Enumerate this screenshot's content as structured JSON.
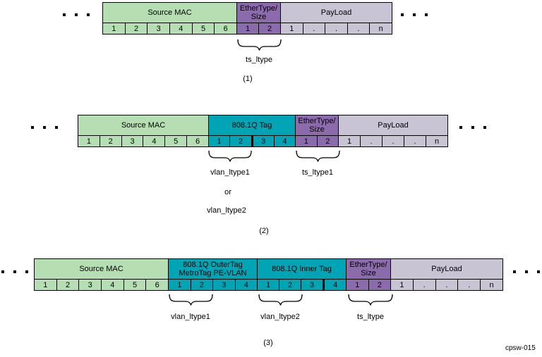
{
  "diagram": {
    "footer_label": "cpsw-015",
    "colors": {
      "source_mac": "#b5dfb2",
      "vlan_tag": "#00a4b4",
      "ethertype": "#8b6bab",
      "payload": "#c9c4d3"
    }
  },
  "frame1": {
    "number": "(1)",
    "mac": {
      "label": "Source MAC",
      "bytes": [
        "1",
        "2",
        "3",
        "4",
        "5",
        "6"
      ]
    },
    "ethertype": {
      "line1": "EtherType/",
      "line2": "Size",
      "bytes": [
        "1",
        "2"
      ]
    },
    "payload": {
      "label": "PayLoad",
      "bytes": [
        "1",
        ".",
        ".",
        ".",
        "n"
      ]
    },
    "brace_label": "ts_ltype"
  },
  "frame2": {
    "number": "(2)",
    "mac": {
      "label": "Source MAC",
      "bytes": [
        "1",
        "2",
        "3",
        "4",
        "5",
        "6"
      ]
    },
    "tag": {
      "label": "808.1Q Tag",
      "bytes": [
        "1",
        "2",
        "3",
        "4"
      ]
    },
    "ethertype": {
      "line1": "EtherType/",
      "line2": "Size",
      "bytes": [
        "1",
        "2"
      ]
    },
    "payload": {
      "label": "PayLoad",
      "bytes": [
        "1",
        ".",
        ".",
        ".",
        "n"
      ]
    },
    "brace1_label": "vlan_ltype1",
    "or_label": "or",
    "alt_label": "vlan_ltype2",
    "brace2_label": "ts_ltype1"
  },
  "frame3": {
    "number": "(3)",
    "mac": {
      "label": "Source MAC",
      "bytes": [
        "1",
        "2",
        "3",
        "4",
        "5",
        "6"
      ]
    },
    "outer_tag": {
      "line1": "808.1Q OuterTag",
      "line2": "MetroTag PE-VLAN",
      "bytes": [
        "1",
        "2",
        "3",
        "4"
      ]
    },
    "inner_tag": {
      "label": "808.1Q Inner Tag",
      "bytes": [
        "1",
        "2",
        "3",
        "4"
      ]
    },
    "ethertype": {
      "line1": "EtherType/",
      "line2": "Size",
      "bytes": [
        "1",
        "2"
      ]
    },
    "payload": {
      "label": "PayLoad",
      "bytes": [
        "1",
        ".",
        ".",
        ".",
        "n"
      ]
    },
    "brace1_label": "vlan_ltype1",
    "brace2_label": "vlan_ltype2",
    "brace3_label": "ts_ltype"
  }
}
